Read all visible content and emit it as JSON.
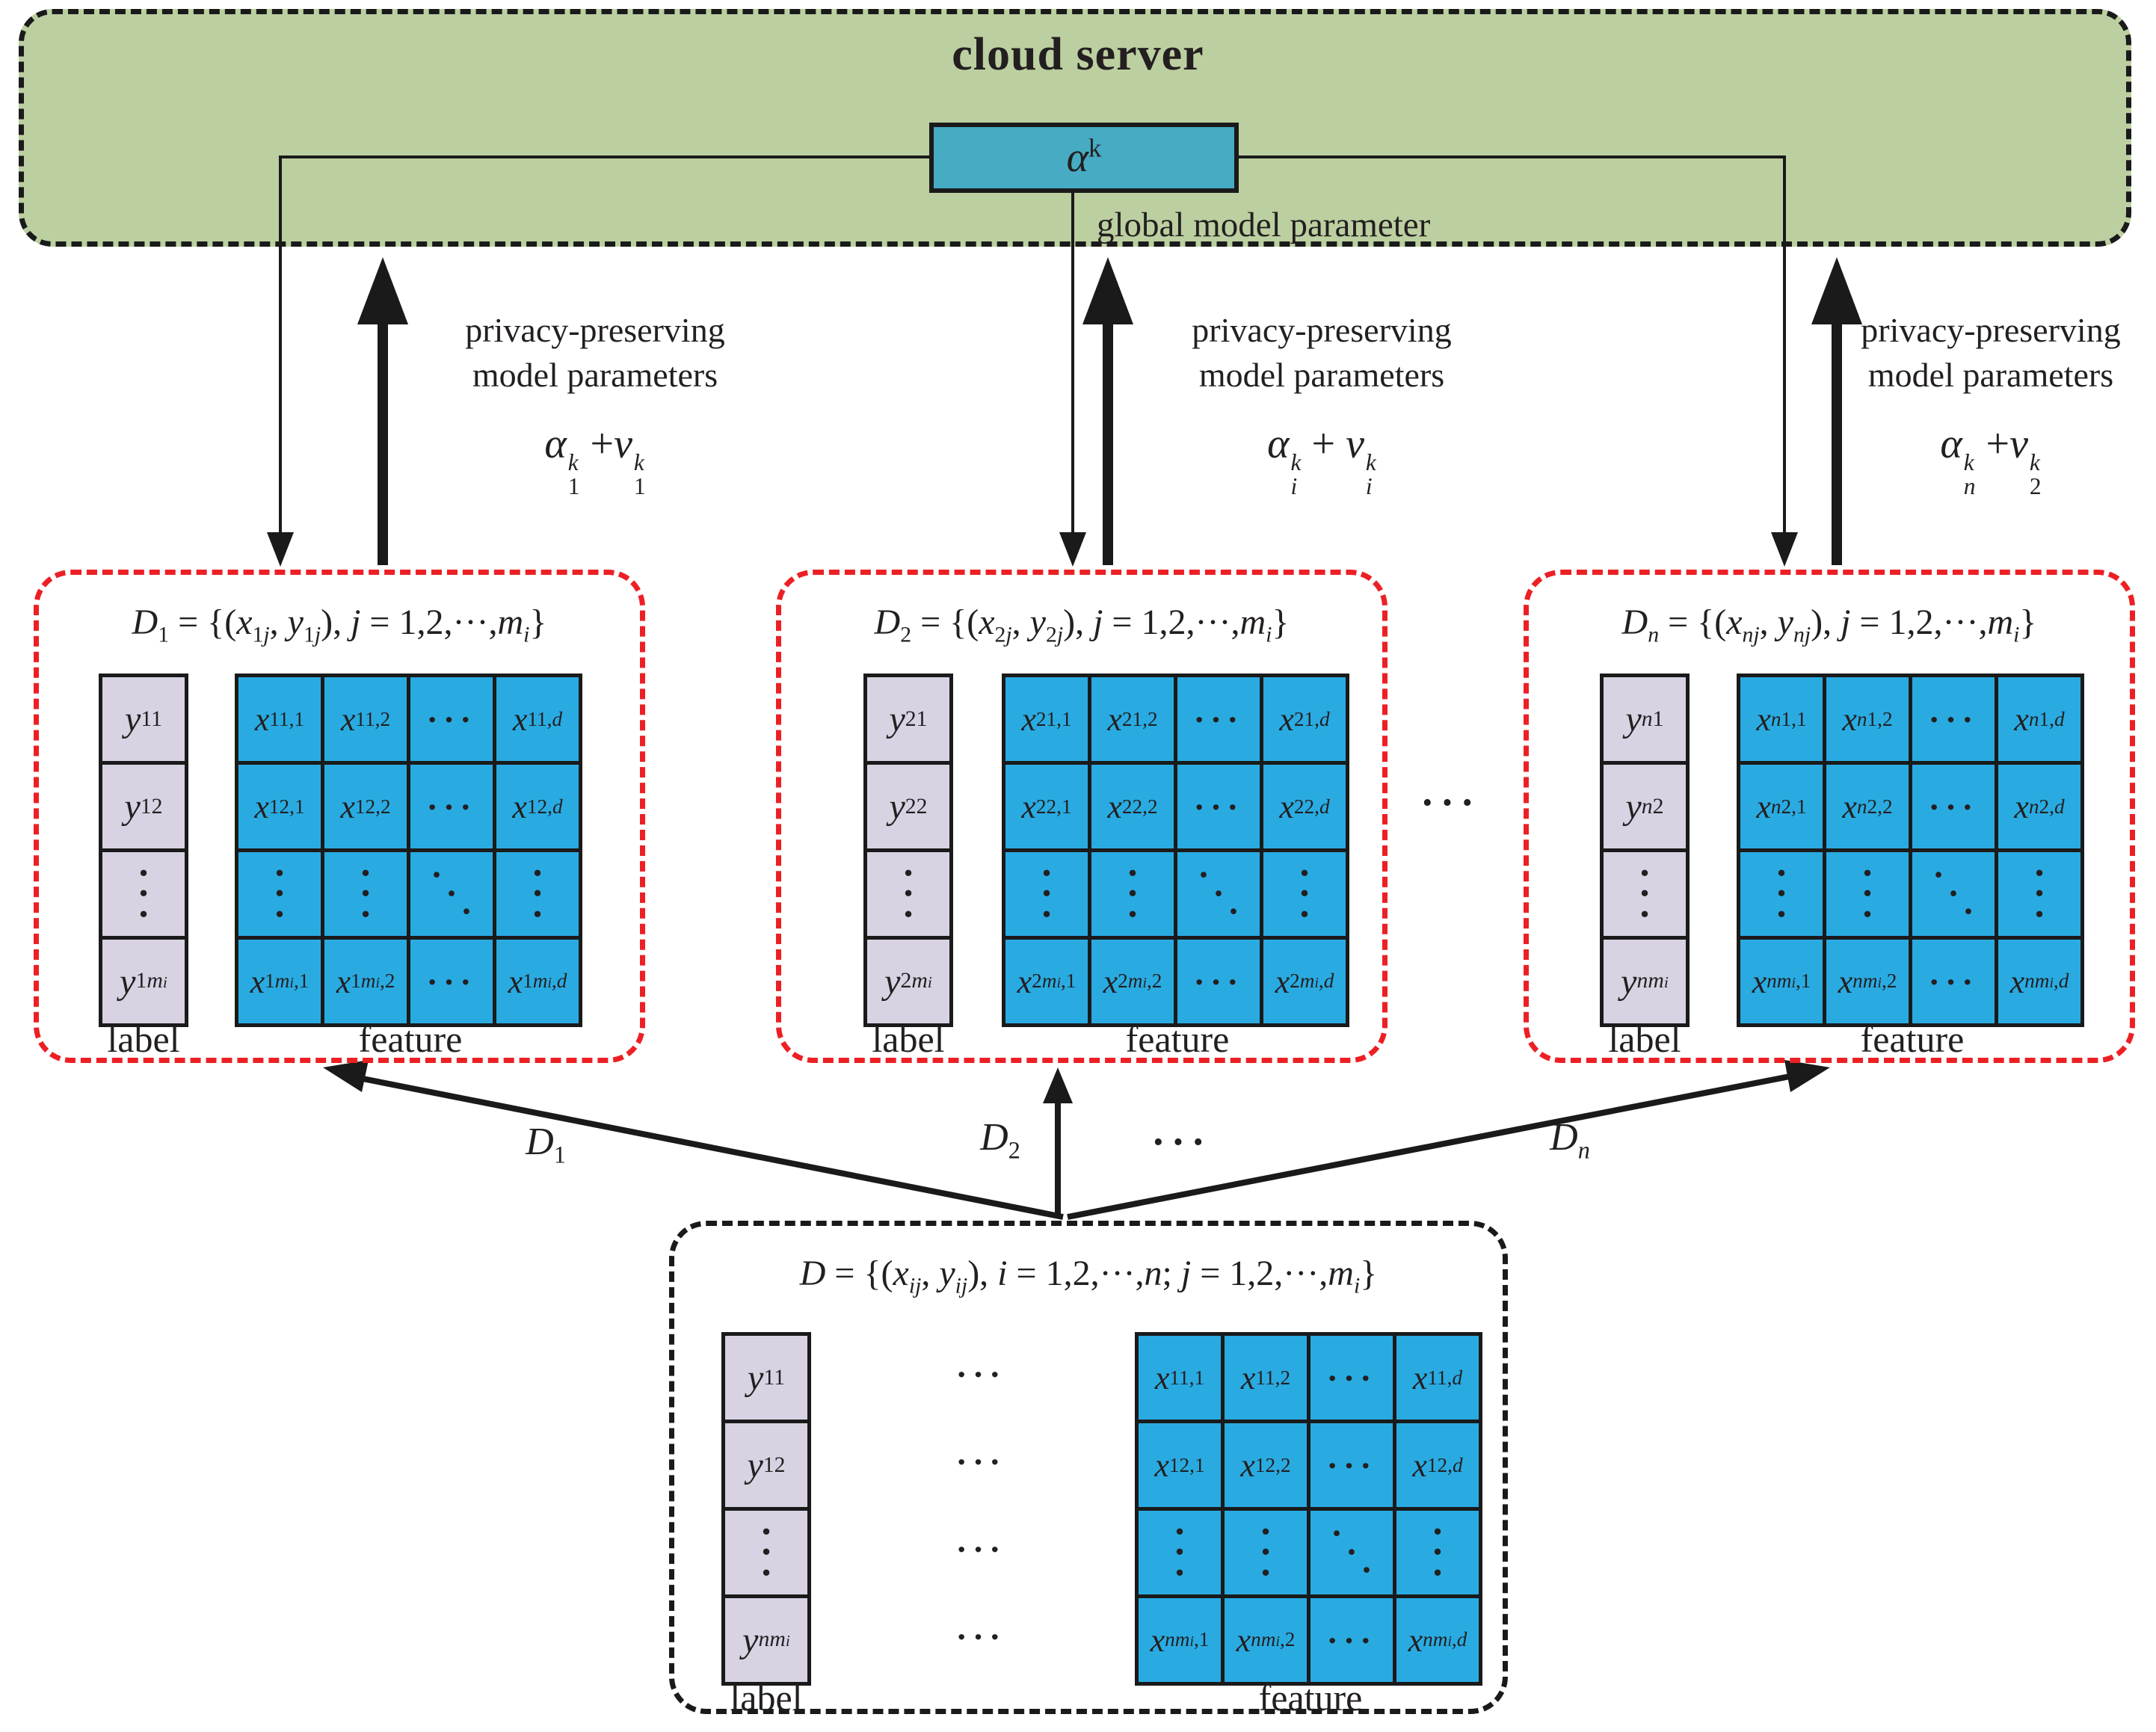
{
  "colors": {
    "green": "#bccfa0",
    "teal": "#46abc3",
    "blue": "#29abe2",
    "lavender": "#d8d2e2",
    "red": "#ec2024",
    "ink": "#231f20"
  },
  "cloud": {
    "title": "cloud server",
    "param_label": "global model parameter",
    "alpha": [
      {
        "i": "α",
        "sup": "k"
      }
    ]
  },
  "annotations": [
    {
      "line1": "privacy-preserving",
      "line2": "model parameters",
      "formula": [
        {
          "i": "α",
          "sup": "k",
          "s": "1"
        },
        {
          "t": " +"
        },
        {
          "i": "v",
          "sup": "k",
          "s": "1"
        }
      ]
    },
    {
      "line1": "privacy-preserving",
      "line2": "model parameters",
      "formula": [
        {
          "i": "α",
          "sup": "k",
          "s": "i"
        },
        {
          "t": " + "
        },
        {
          "i": "v",
          "sup": "k",
          "s": "i"
        }
      ]
    },
    {
      "line1": "privacy-preserving",
      "line2": "model parameters",
      "formula": [
        {
          "i": "α",
          "sup": "k",
          "s": "n"
        },
        {
          "t": " +"
        },
        {
          "i": "v",
          "sup": "k",
          "s": "2"
        }
      ]
    }
  ],
  "datasets": [
    {
      "title": [
        {
          "i": "D",
          "s": "1"
        },
        {
          "t": " = {("
        },
        {
          "i": "x",
          "s": "1j"
        },
        {
          "t": ", "
        },
        {
          "i": "y",
          "s": "1j"
        },
        {
          "t": "), "
        },
        {
          "i": "j"
        },
        {
          "t": " = 1,2,···,"
        },
        {
          "i": "m",
          "s": "i"
        },
        {
          "t": "}"
        }
      ],
      "labels": [
        {
          "b": "y",
          "s": "11"
        },
        {
          "b": "y",
          "s": "12"
        },
        {
          "d": "v"
        },
        {
          "b": "y",
          "s": "1m",
          "ss": "i"
        }
      ],
      "matrix": [
        [
          {
            "b": "x",
            "s": "11,1"
          },
          {
            "b": "x",
            "s": "11,2"
          },
          {
            "d": "h"
          },
          {
            "b": "x",
            "s": "11,d"
          }
        ],
        [
          {
            "b": "x",
            "s": "12,1"
          },
          {
            "b": "x",
            "s": "12,2"
          },
          {
            "d": "h"
          },
          {
            "b": "x",
            "s": "12,d"
          }
        ],
        [
          {
            "d": "v"
          },
          {
            "d": "v"
          },
          {
            "d": "g"
          },
          {
            "d": "v"
          }
        ],
        [
          {
            "b": "x",
            "s": "1m",
            "ss": "i",
            "s2": ",1"
          },
          {
            "b": "x",
            "s": "1m",
            "ss": "i",
            "s2": ",2"
          },
          {
            "d": "h"
          },
          {
            "b": "x",
            "s": "1m",
            "ss": "i",
            "s2": ",d"
          }
        ]
      ],
      "label_caption": "label",
      "feature_caption": "feature"
    },
    {
      "title": [
        {
          "i": "D",
          "s": "2"
        },
        {
          "t": " = {("
        },
        {
          "i": "x",
          "s": "2j"
        },
        {
          "t": ", "
        },
        {
          "i": "y",
          "s": "2j"
        },
        {
          "t": "), "
        },
        {
          "i": "j"
        },
        {
          "t": " = 1,2,···,"
        },
        {
          "i": "m",
          "s": "i"
        },
        {
          "t": "}"
        }
      ],
      "labels": [
        {
          "b": "y",
          "s": "21"
        },
        {
          "b": "y",
          "s": "22"
        },
        {
          "d": "v"
        },
        {
          "b": "y",
          "s": "2m",
          "ss": "i"
        }
      ],
      "matrix": [
        [
          {
            "b": "x",
            "s": "21,1"
          },
          {
            "b": "x",
            "s": "21,2"
          },
          {
            "d": "h"
          },
          {
            "b": "x",
            "s": "21,d"
          }
        ],
        [
          {
            "b": "x",
            "s": "22,1"
          },
          {
            "b": "x",
            "s": "22,2"
          },
          {
            "d": "h"
          },
          {
            "b": "x",
            "s": "22,d"
          }
        ],
        [
          {
            "d": "v"
          },
          {
            "d": "v"
          },
          {
            "d": "g"
          },
          {
            "d": "v"
          }
        ],
        [
          {
            "b": "x",
            "s": "2m",
            "ss": "i",
            "s2": ",1"
          },
          {
            "b": "x",
            "s": "2m",
            "ss": "i",
            "s2": ",2"
          },
          {
            "d": "h"
          },
          {
            "b": "x",
            "s": "2m",
            "ss": "i",
            "s2": ",d"
          }
        ]
      ],
      "label_caption": "label",
      "feature_caption": "feature"
    },
    {
      "title": [
        {
          "i": "D",
          "s": "n"
        },
        {
          "t": " = {("
        },
        {
          "i": "x",
          "s": "nj"
        },
        {
          "t": ", "
        },
        {
          "i": "y",
          "s": "nj"
        },
        {
          "t": "), "
        },
        {
          "i": "j"
        },
        {
          "t": " = 1,2,···,"
        },
        {
          "i": "m",
          "s": "i"
        },
        {
          "t": "}"
        }
      ],
      "labels": [
        {
          "b": "y",
          "s": "n1"
        },
        {
          "b": "y",
          "s": "n2"
        },
        {
          "d": "v"
        },
        {
          "b": "y",
          "s": "nm",
          "ss": "i"
        }
      ],
      "matrix": [
        [
          {
            "b": "x",
            "s": "n1,1"
          },
          {
            "b": "x",
            "s": "n1,2"
          },
          {
            "d": "h"
          },
          {
            "b": "x",
            "s": "n1,d"
          }
        ],
        [
          {
            "b": "x",
            "s": "n2,1"
          },
          {
            "b": "x",
            "s": "n2,2"
          },
          {
            "d": "h"
          },
          {
            "b": "x",
            "s": "n2,d"
          }
        ],
        [
          {
            "d": "v"
          },
          {
            "d": "v"
          },
          {
            "d": "g"
          },
          {
            "d": "v"
          }
        ],
        [
          {
            "b": "x",
            "s": "nm",
            "ss": "i",
            "s2": ",1"
          },
          {
            "b": "x",
            "s": "nm",
            "ss": "i",
            "s2": ",2"
          },
          {
            "d": "h"
          },
          {
            "b": "x",
            "s": "nm",
            "ss": "i",
            "s2": ",d"
          }
        ]
      ],
      "label_caption": "label",
      "feature_caption": "feature"
    },
    {
      "title": [
        {
          "i": "D"
        },
        {
          "t": " = {("
        },
        {
          "i": "x",
          "s": "ij"
        },
        {
          "t": ", "
        },
        {
          "i": "y",
          "s": "ij"
        },
        {
          "t": "), "
        },
        {
          "i": "i"
        },
        {
          "t": " = 1,2,···,"
        },
        {
          "i": "n"
        },
        {
          "t": "; "
        },
        {
          "i": "j"
        },
        {
          "t": " = 1,2,···,"
        },
        {
          "i": "m",
          "s": "i"
        },
        {
          "t": "}"
        }
      ],
      "labels": [
        {
          "b": "y",
          "s": "11"
        },
        {
          "b": "y",
          "s": "12"
        },
        {
          "d": "v"
        },
        {
          "b": "y",
          "s": "nm",
          "ss": "i"
        }
      ],
      "dots_column": [
        {
          "d": "h"
        },
        {
          "d": "h"
        },
        {
          "d": "h"
        },
        {
          "d": "h"
        }
      ],
      "matrix": [
        [
          {
            "b": "x",
            "s": "11,1"
          },
          {
            "b": "x",
            "s": "11,2"
          },
          {
            "d": "h"
          },
          {
            "b": "x",
            "s": "11,d"
          }
        ],
        [
          {
            "b": "x",
            "s": "12,1"
          },
          {
            "b": "x",
            "s": "12,2"
          },
          {
            "d": "h"
          },
          {
            "b": "x",
            "s": "12,d"
          }
        ],
        [
          {
            "d": "v"
          },
          {
            "d": "v"
          },
          {
            "d": "g"
          },
          {
            "d": "v"
          }
        ],
        [
          {
            "b": "x",
            "s": "nm",
            "ss": "i",
            "s2": ",1"
          },
          {
            "b": "x",
            "s": "nm",
            "ss": "i",
            "s2": ",2"
          },
          {
            "d": "h"
          },
          {
            "b": "x",
            "s": "nm",
            "ss": "i",
            "s2": ",d"
          }
        ]
      ],
      "label_caption": "label",
      "feature_caption": "feature"
    }
  ],
  "flow_labels": {
    "d1": [
      {
        "i": "D",
        "s": "1"
      }
    ],
    "d2": [
      {
        "i": "D",
        "s": "2"
      }
    ],
    "dots": "···",
    "dn": [
      {
        "i": "D",
        "s": "n"
      }
    ]
  },
  "between_boxes_dots": "···"
}
